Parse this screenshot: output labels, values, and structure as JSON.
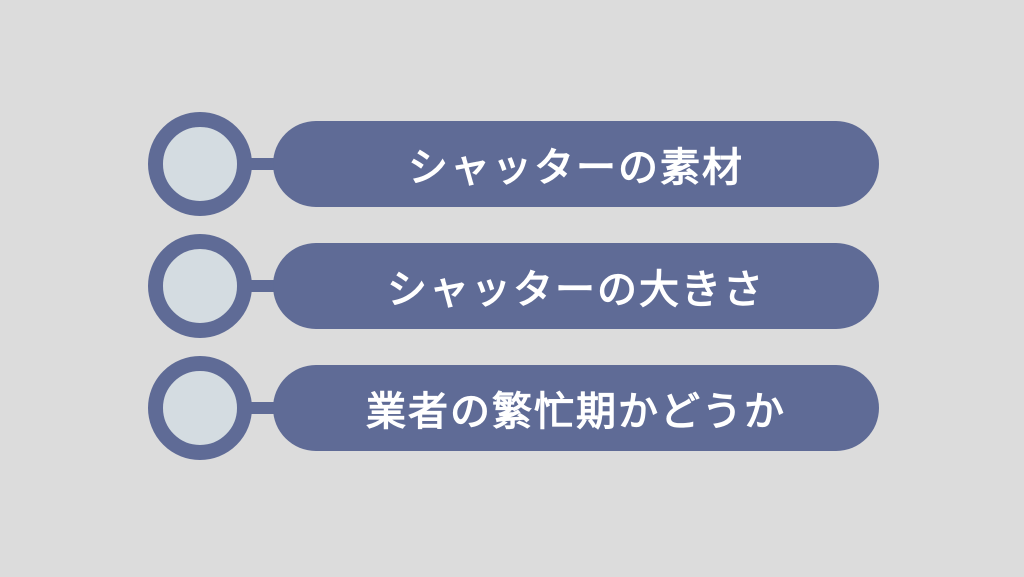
{
  "colors": {
    "background": "#dcdcdc",
    "accent": "#5f6b96",
    "circle_fill": "#d4dce1",
    "text": "#ffffff"
  },
  "items": [
    {
      "label": "シャッターの素材",
      "icon": "ring-bullet-icon"
    },
    {
      "label": "シャッターの大きさ",
      "icon": "ring-bullet-icon"
    },
    {
      "label": "業者の繁忙期かどうか",
      "icon": "ring-bullet-icon"
    }
  ]
}
